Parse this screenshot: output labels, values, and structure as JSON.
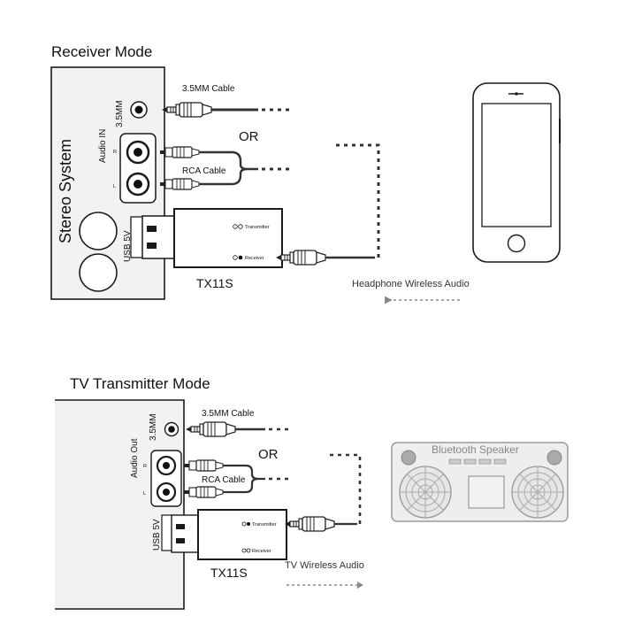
{
  "receiver": {
    "title": "Receiver Mode",
    "device_label": "Stereo System",
    "jack_35_label": "3.5MM",
    "audio_in_label": "Audio IN",
    "r_label": "R",
    "l_label": "L",
    "usb_label": "USB  5V",
    "cable_35_label": "3.5MM Cable",
    "or_label": "OR",
    "rca_label": "RCA Cable",
    "transmitter_led": "Transmitter",
    "receiver_led": "Receiver",
    "model": "TX11S",
    "caption": "Headphone Wireless Audio"
  },
  "transmitter": {
    "title": "TV Transmitter Mode",
    "jack_35_label": "3.5MM",
    "audio_out_label": "Audio Out",
    "r_label": "R",
    "l_label": "L",
    "usb_label": "USB  5V",
    "cable_35_label": "3.5MM Cable",
    "or_label": "OR",
    "rca_label": "RCA Cable",
    "transmitter_led": "Transmitter",
    "receiver_led": "Receiver",
    "model": "TX11S",
    "caption": "TV Wireless Audio",
    "speaker_label": "Bluetooth Speaker"
  },
  "colors": {
    "line": "#1a1a1a",
    "cable": "#333333",
    "device_fill": "#f2f2f2",
    "speaker_fill": "#eeeeee",
    "arrow": "#888888"
  }
}
